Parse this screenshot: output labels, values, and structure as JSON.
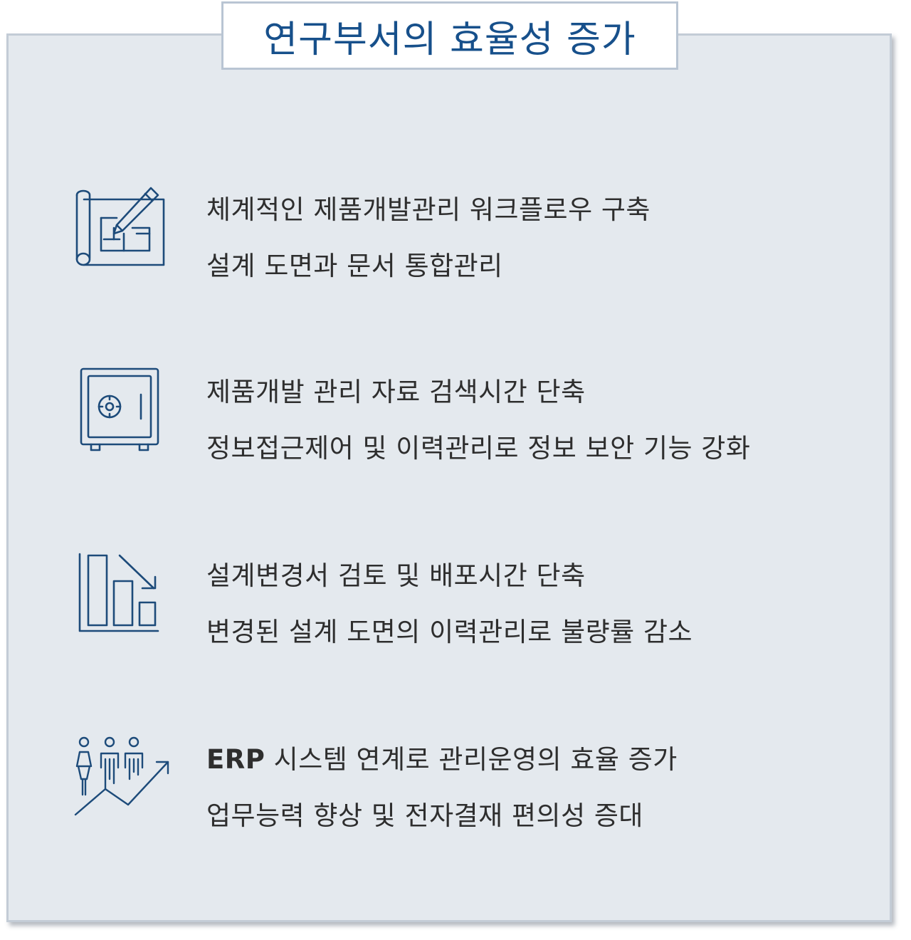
{
  "title": "연구부서의 효율성 증가",
  "items": [
    {
      "icon": "blueprint-pencil-icon",
      "line1": "체계적인 제품개발관리 워크플로우 구축",
      "line2": "설계 도면과 문서 통합관리"
    },
    {
      "icon": "safe-icon",
      "line1": "제품개발 관리 자료 검색시간 단축",
      "line2": "정보접근제어 및 이력관리로 정보 보안 기능 강화"
    },
    {
      "icon": "decreasing-bar-chart-icon",
      "line1": "설계변경서 검토 및 배포시간 단축",
      "line2": "변경된 설계 도면의 이력관리로 불량률 감소"
    },
    {
      "icon": "people-growth-arrow-icon",
      "line1_bold": "ERP",
      "line1_rest": " 시스템 연계로 관리운영의 효율 증가",
      "line2": "업무능력 향상 및 전자결재 편의성 증대"
    }
  ],
  "colors": {
    "title": "#17508b",
    "icon": "#1d4b7a",
    "text": "#2e2e2e",
    "panel_bg": "#e4e9ee",
    "panel_border": "#c3ccd6"
  }
}
